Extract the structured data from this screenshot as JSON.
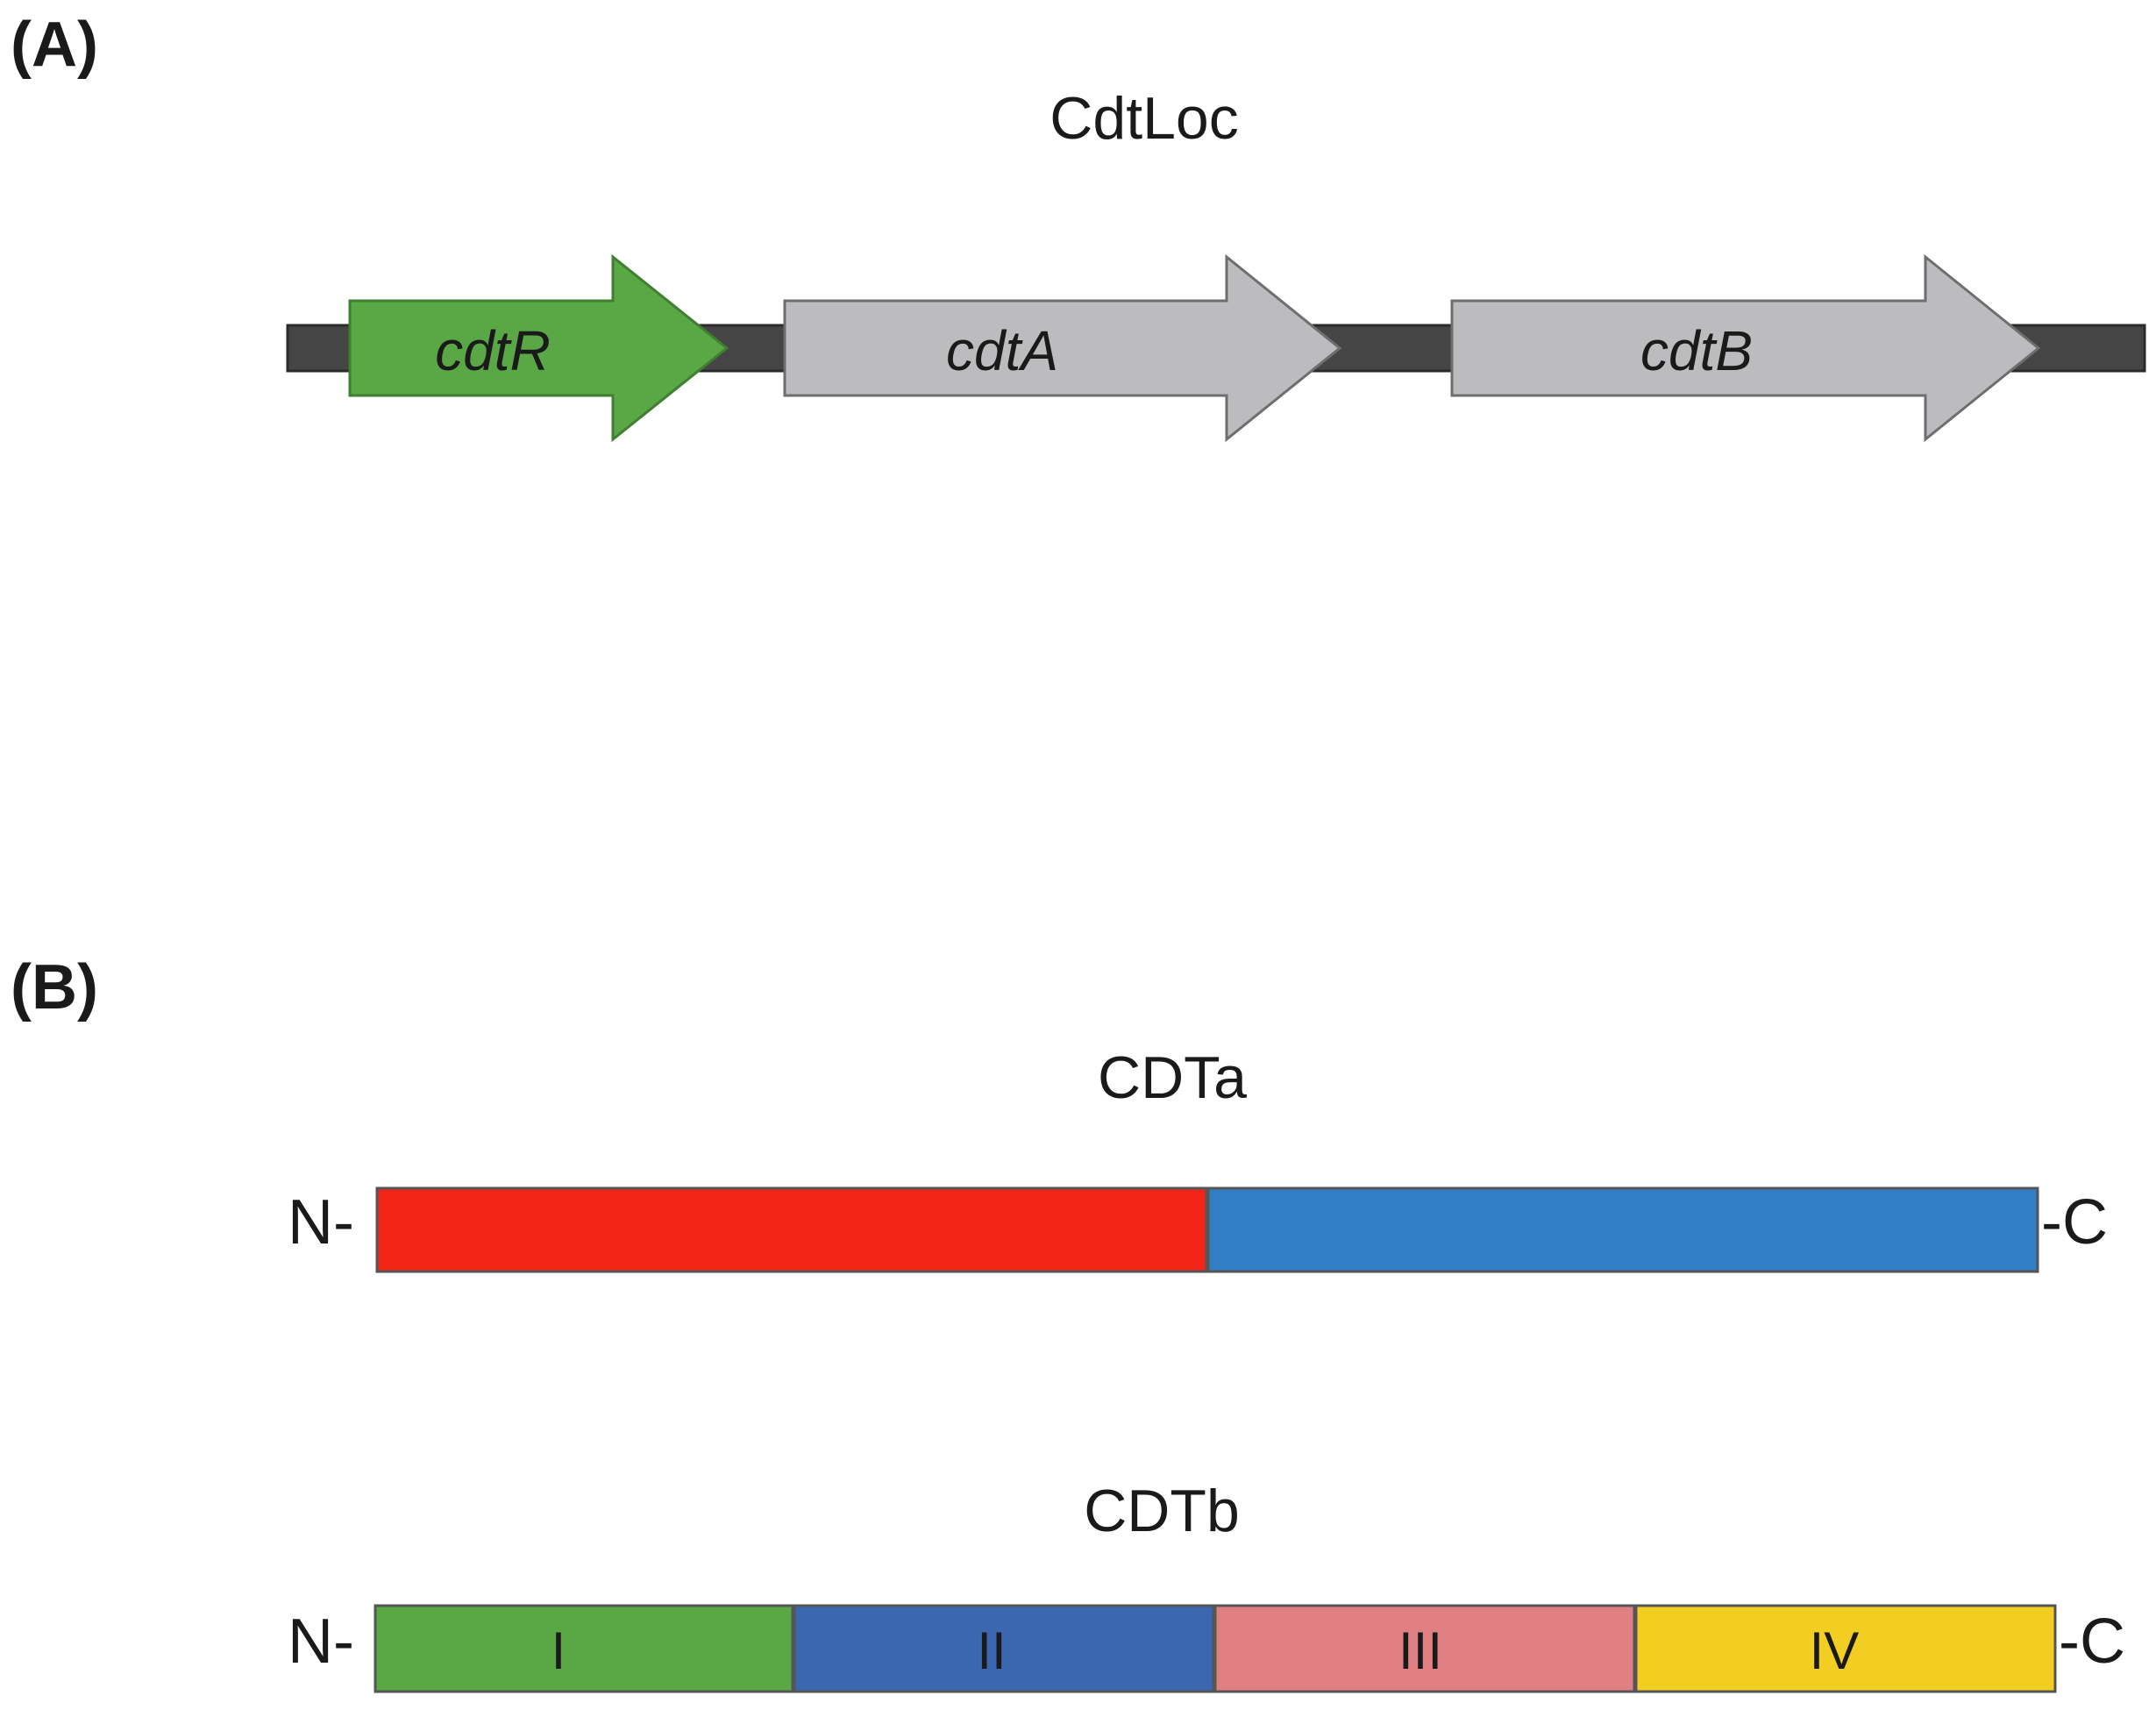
{
  "panel_a": {
    "letter": "(A)",
    "title": "CdtLoc",
    "backbone_color": "#454545",
    "genes": [
      {
        "label": "cdtR",
        "color": "#5aa845"
      },
      {
        "label": "cdtA",
        "color": "#bcbcbf"
      },
      {
        "label": "cdtB",
        "color": "#bcbcbf"
      }
    ]
  },
  "panel_b": {
    "letter": "(B)",
    "cdta": {
      "title": "CDTa",
      "n_label": "N-",
      "c_label": "-C",
      "segments": [
        {
          "label": "",
          "color": "#f22516"
        },
        {
          "label": "",
          "color": "#317ec4"
        }
      ]
    },
    "cdtb": {
      "title": "CDTb",
      "n_label": "N-",
      "c_label": "-C",
      "segments": [
        {
          "label": "I",
          "color": "#5aa845"
        },
        {
          "label": "II",
          "color": "#3b67b0"
        },
        {
          "label": "III",
          "color": "#e18082"
        },
        {
          "label": "IV",
          "color": "#f3ce22"
        }
      ]
    }
  }
}
